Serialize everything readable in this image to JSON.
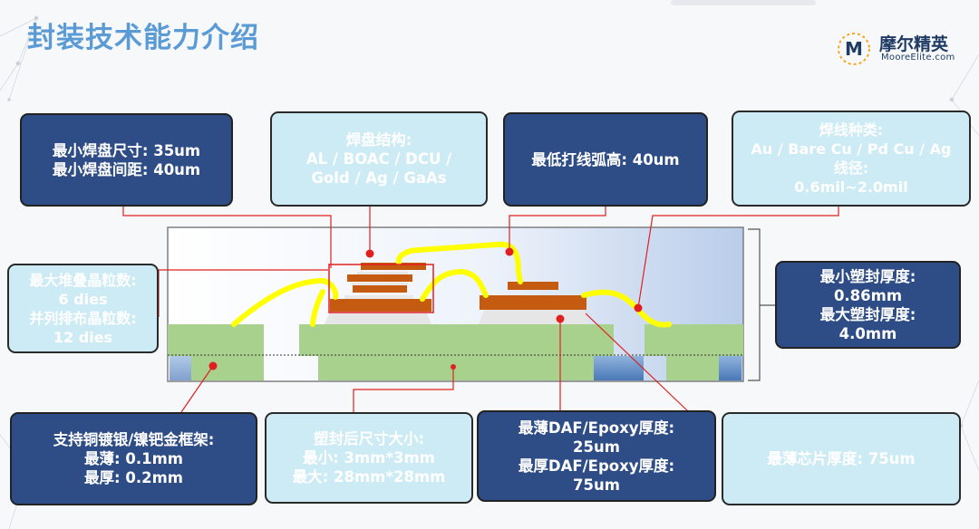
{
  "title": "封装技术能力介绍",
  "logo": {
    "cn": "摩尔精英",
    "en": "MooreElite.com",
    "mark": "M"
  },
  "callouts": {
    "pad_size": [
      "最小焊盘尺寸: 35um",
      "最小焊盘间距: 40um"
    ],
    "pad_structure": [
      "焊盘结构:",
      "AL / BOAC / DCU /",
      "Gold / Ag / GaAs"
    ],
    "loop_height": [
      "最低打线弧高: 40um"
    ],
    "wire_type": [
      "焊线种类:",
      "Au / Bare Cu / Pd Cu / Ag",
      "线径:",
      "0.6mil~2.0mil"
    ],
    "die_count": [
      "最大堆叠晶粒数:",
      "6 dies",
      "并列排布晶粒数:",
      "12 dies"
    ],
    "mold_thickness": [
      "最小塑封厚度:",
      "0.86mm",
      "最大塑封厚度:",
      "4.0mm"
    ],
    "leadframe": [
      "支持铜镀银/镍钯金框架:",
      "最薄: 0.1mm",
      "最厚: 0.2mm"
    ],
    "package_size": [
      "塑封后尺寸大小:",
      "最小: 3mm*3mm",
      "最大: 28mm*28mm"
    ],
    "daf_thickness": [
      "最薄DAF/Epoxy厚度:",
      "25um",
      "最厚DAF/Epoxy厚度:",
      "75um"
    ],
    "die_thickness": [
      "最薄芯片厚度: 75um"
    ]
  },
  "colors": {
    "title": "#5b9bd5",
    "dark_box": "#2e4d86",
    "light_box": "#cdebf4",
    "substrate": "#a9d18e",
    "die": "#c55a11",
    "wire": "#ffff00",
    "leader": "#e02020"
  }
}
